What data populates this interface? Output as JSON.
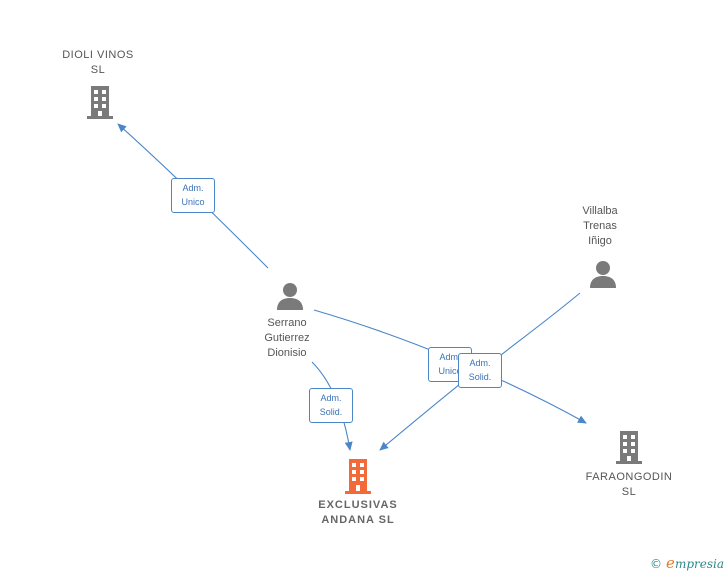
{
  "nodes": {
    "dioli": {
      "name": [
        "DIOLI VINOS",
        "SL"
      ],
      "kind": "company-icon"
    },
    "villalba": {
      "name": [
        "Villalba",
        "Trenas",
        "Iñigo"
      ],
      "kind": "person-icon"
    },
    "serrano": {
      "name": [
        "Serrano",
        "Gutierrez",
        "Dionisio"
      ],
      "kind": "person-icon"
    },
    "exclusivas": {
      "name": [
        "EXCLUSIVAS",
        "ANDANA  SL"
      ],
      "kind": "company-icon",
      "color": "#f26a3a"
    },
    "faraongodin": {
      "name": [
        "FARAONGODIN",
        "SL"
      ],
      "kind": "company-icon"
    }
  },
  "edges": {
    "serrano_dioli": [
      "Adm.",
      "Unico"
    ],
    "serrano_exclusivas": [
      "Adm.",
      "Solid."
    ],
    "serrano_faraongodin": [
      "Adm.",
      "Unico"
    ],
    "villalba_links": [
      "Adm.",
      "Solid."
    ]
  },
  "colors": {
    "edge": "#4a86c8",
    "icon": "#7a7a7a",
    "focus": "#f26a3a"
  },
  "brand": {
    "copyright": "©",
    "name": "mpresia",
    "initial": "e"
  }
}
